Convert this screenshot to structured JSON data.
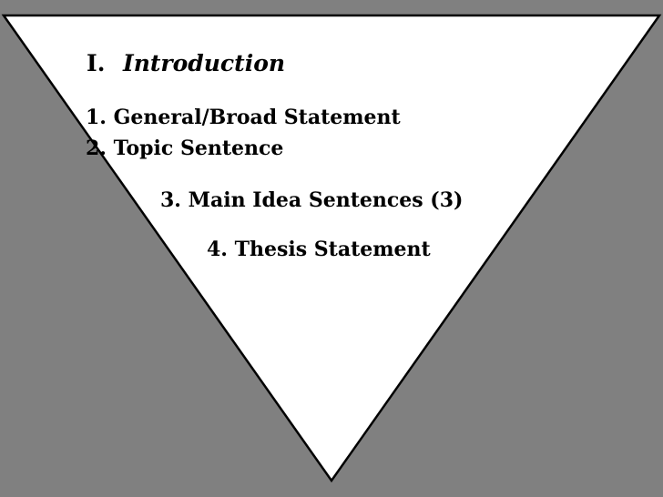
{
  "heading": {
    "number": "I.",
    "title": "Introduction"
  },
  "items": [
    {
      "label": "1. General/Broad Statement"
    },
    {
      "label": "2. Topic Sentence"
    },
    {
      "label": "3. Main Idea Sentences (3)"
    },
    {
      "label": "4. Thesis Statement"
    }
  ],
  "colors": {
    "background": "#808080",
    "funnel_fill": "#ffffff",
    "funnel_stroke": "#000000",
    "text": "#000000"
  }
}
